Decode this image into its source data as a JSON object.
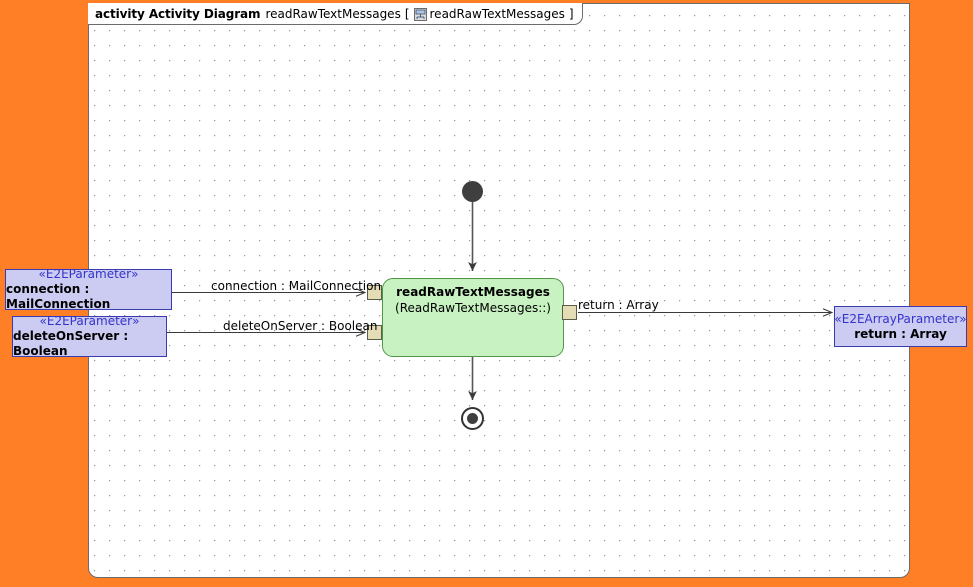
{
  "frame": {
    "keyword": "activity Activity Diagram",
    "name": "readRawTextMessages",
    "bracket_open": "[",
    "bracket_close": "]",
    "diagram_ref": "readRawTextMessages",
    "icon": "activity-diagram-icon",
    "border_color": "#6b6b6b",
    "background": "#ffffff"
  },
  "canvas": {
    "outside_color": "#FF7F27",
    "grid": "dotted",
    "grid_spacing": 15
  },
  "nodes": {
    "initial": {
      "name": "initial-node",
      "shape": "filled-circle",
      "color": "#3f3f3f"
    },
    "final": {
      "name": "activity-final-node",
      "shape": "circle-in-circle",
      "color": "#3f3f3f"
    },
    "activity": {
      "title": "readRawTextMessages",
      "subtitle": "(ReadRawTextMessages::)",
      "fill": "#c9f2c2",
      "stroke": "#4f9647"
    }
  },
  "pins": [
    {
      "name": "input-pin-connection",
      "fill": "#e4dcb4"
    },
    {
      "name": "input-pin-deleteOnServer",
      "fill": "#e4dcb4"
    },
    {
      "name": "output-pin-return",
      "fill": "#e4dcb4"
    }
  ],
  "parameters": [
    {
      "id": "connection",
      "stereotype": "«E2EParameter»",
      "label": "connection : MailConnection",
      "fill": "#ccccf2",
      "stroke": "#3b3bb0",
      "stereotype_color": "#3333cc"
    },
    {
      "id": "deleteOnServer",
      "stereotype": "«E2EParameter»",
      "label": "deleteOnServer : Boolean",
      "fill": "#ccccf2",
      "stroke": "#3b3bb0",
      "stereotype_color": "#3333cc"
    },
    {
      "id": "return",
      "stereotype": "«E2EArrayParameter»",
      "label": "return : Array",
      "fill": "#ccccf2",
      "stroke": "#3b3bb0",
      "stereotype_color": "#3333cc"
    }
  ],
  "edges": [
    {
      "id": "connection",
      "label": "connection : MailConnection"
    },
    {
      "id": "deleteOnServer",
      "label": "deleteOnServer : Boolean"
    },
    {
      "id": "return",
      "label": "return : Array"
    }
  ]
}
